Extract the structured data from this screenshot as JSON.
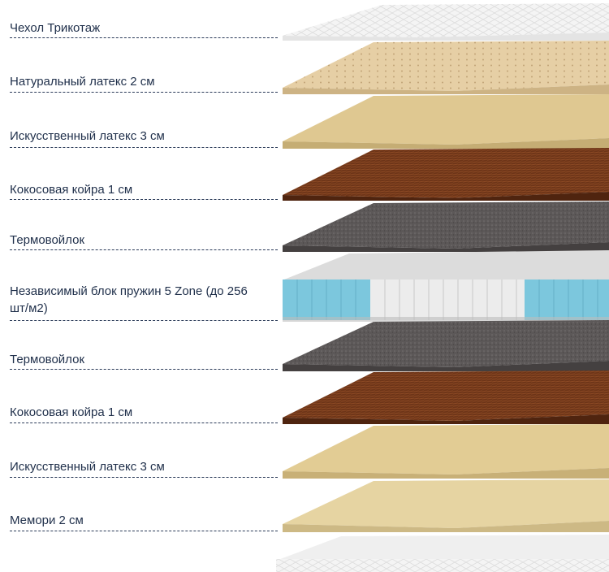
{
  "layers": [
    {
      "label": "Чехол Трикотаж"
    },
    {
      "label": "Натуральный латекс 2 см"
    },
    {
      "label": "Искусственный латекс 3 см"
    },
    {
      "label": "Кокосовая койра 1 см"
    },
    {
      "label": "Термовойлок"
    },
    {
      "label": "Независимый блок пружин 5 Zone (до 256 шт/м2)"
    },
    {
      "label": "Термовойлок"
    },
    {
      "label": "Кокосовая койра 1 см"
    },
    {
      "label": "Искусственный латекс 3 см"
    },
    {
      "label": "Мемори 2 см"
    }
  ],
  "colors": {
    "text": "#1f2f4a",
    "cover": "#f2f2f2",
    "natural_latex": "#e6cfa5",
    "artificial_latex": "#d9c28c",
    "coconut": "#6e3518",
    "felt": "#5c5858",
    "spring_blue": "#7cc7dd",
    "spring_white": "#ececec",
    "memory": "#e2cf9c"
  }
}
